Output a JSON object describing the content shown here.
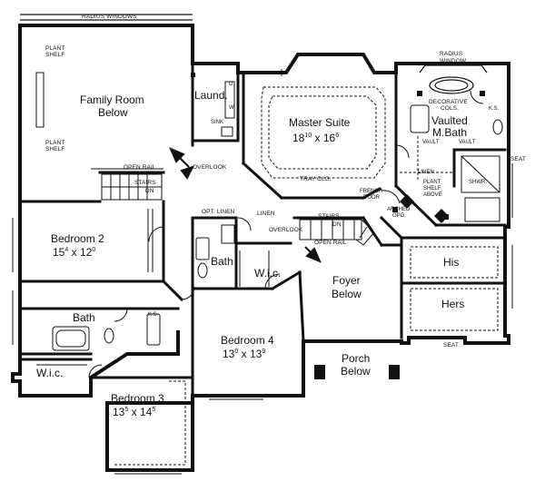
{
  "rooms": {
    "family_room": {
      "name": "Family Room",
      "sub": "Below"
    },
    "master_suite": {
      "name": "Master Suite",
      "w": "18",
      "w_in": "10",
      "sep": "x",
      "h": "16",
      "h_in": "6"
    },
    "vaulted_bath": {
      "line1": "Vaulted",
      "line2": "M.Bath"
    },
    "bedroom2": {
      "name": "Bedroom 2",
      "w": "15",
      "w_in": "4",
      "sep": "x",
      "h": "12",
      "h_in": "0"
    },
    "bedroom3": {
      "name": "Bedroom 3",
      "w": "13",
      "w_in": "5",
      "sep": "x",
      "h": "14",
      "h_in": "5"
    },
    "bedroom4": {
      "name": "Bedroom 4",
      "w": "13",
      "w_in": "0",
      "sep": "x",
      "h": "13",
      "h_in": "9"
    },
    "foyer": {
      "name": "Foyer",
      "sub": "Below"
    },
    "porch": {
      "name": "Porch",
      "sub": "Below"
    },
    "laundry": {
      "name": "Laund."
    },
    "bath_top": {
      "name": "Bath"
    },
    "bath_left": {
      "name": "Bath"
    },
    "wic_center": {
      "name": "W.i.c."
    },
    "wic_left": {
      "name": "W.i.c."
    },
    "his": {
      "name": "His"
    },
    "hers": {
      "name": "Hers"
    }
  },
  "notes": {
    "radius_windows": "RADIUS WINDOWS",
    "radius_window": "RADIUS",
    "radius_window2": "WINDOW",
    "plant_shelf_a1": "PLANT",
    "plant_shelf_a2": "SHELF",
    "plant_shelf_b1": "PLANT",
    "plant_shelf_b2": "SHELF",
    "open_rail_left": "OPEN RAIL",
    "stairs_left": "STAIRS",
    "dn_left": "DN",
    "overlook_left": "OVERLOOK",
    "sink": "SINK",
    "d": "D",
    "w": "W",
    "tray_clg": "TRAY CLG.",
    "decorative_cols1": "DECORATIVE",
    "decorative_cols2": "COLS.",
    "ks_bath": "K.S.",
    "vault_left": "VAULT",
    "vault_right": "VAULT",
    "seat_right": "SEAT",
    "linen_right": "LINEN",
    "plant_shelf_above1": "PLANT",
    "plant_shelf_above2": "SHELF",
    "plant_shelf_above3": "ABOVE",
    "shwr": "SHWR.",
    "french_door1": "FRENCH",
    "french_door2": "DOOR",
    "arched_opg1": "ARCHED",
    "arched_opg2": "OPG.",
    "opt_linen": "OPT. LINEN",
    "linen_center": "LINEN",
    "stairs_center": "STAIRS",
    "dn_center": "DN",
    "overlook_center": "OVERLOOK",
    "open_rail_center": "OPEN RAIL",
    "ks_left": "K.S.",
    "seat_bottom": "SEAT"
  }
}
